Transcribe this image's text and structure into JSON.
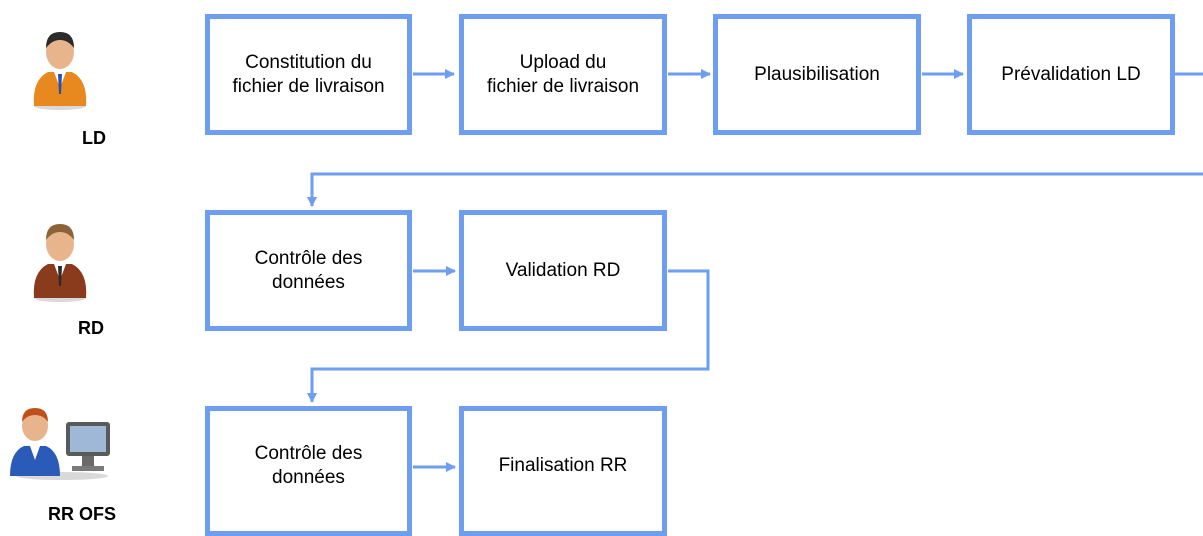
{
  "colors": {
    "box_border": "#6d9eef",
    "arrow": "#6d9eef",
    "text": "#000000"
  },
  "actors": [
    {
      "id": "ld",
      "label": "LD",
      "icon": "orange-suit-user-icon",
      "suit_color": "#e8891f"
    },
    {
      "id": "rd",
      "label": "RD",
      "icon": "brown-suit-user-icon",
      "suit_color": "#8a3b1c"
    },
    {
      "id": "rr",
      "label": "RR OFS",
      "icon": "user-at-computer-icon",
      "suit_color": "#2a5bb8"
    }
  ],
  "steps": {
    "ld": [
      {
        "label": "Constitution du\nfichier de livraison"
      },
      {
        "label": "Upload du\nfichier de livraison"
      },
      {
        "label": "Plausibilisation"
      },
      {
        "label": "Prévalidation LD"
      }
    ],
    "rd": [
      {
        "label": "Contrôle des\ndonnées"
      },
      {
        "label": "Validation RD"
      }
    ],
    "rr": [
      {
        "label": "Contrôle des\ndonnées"
      },
      {
        "label": "Finalisation RR"
      }
    ]
  }
}
